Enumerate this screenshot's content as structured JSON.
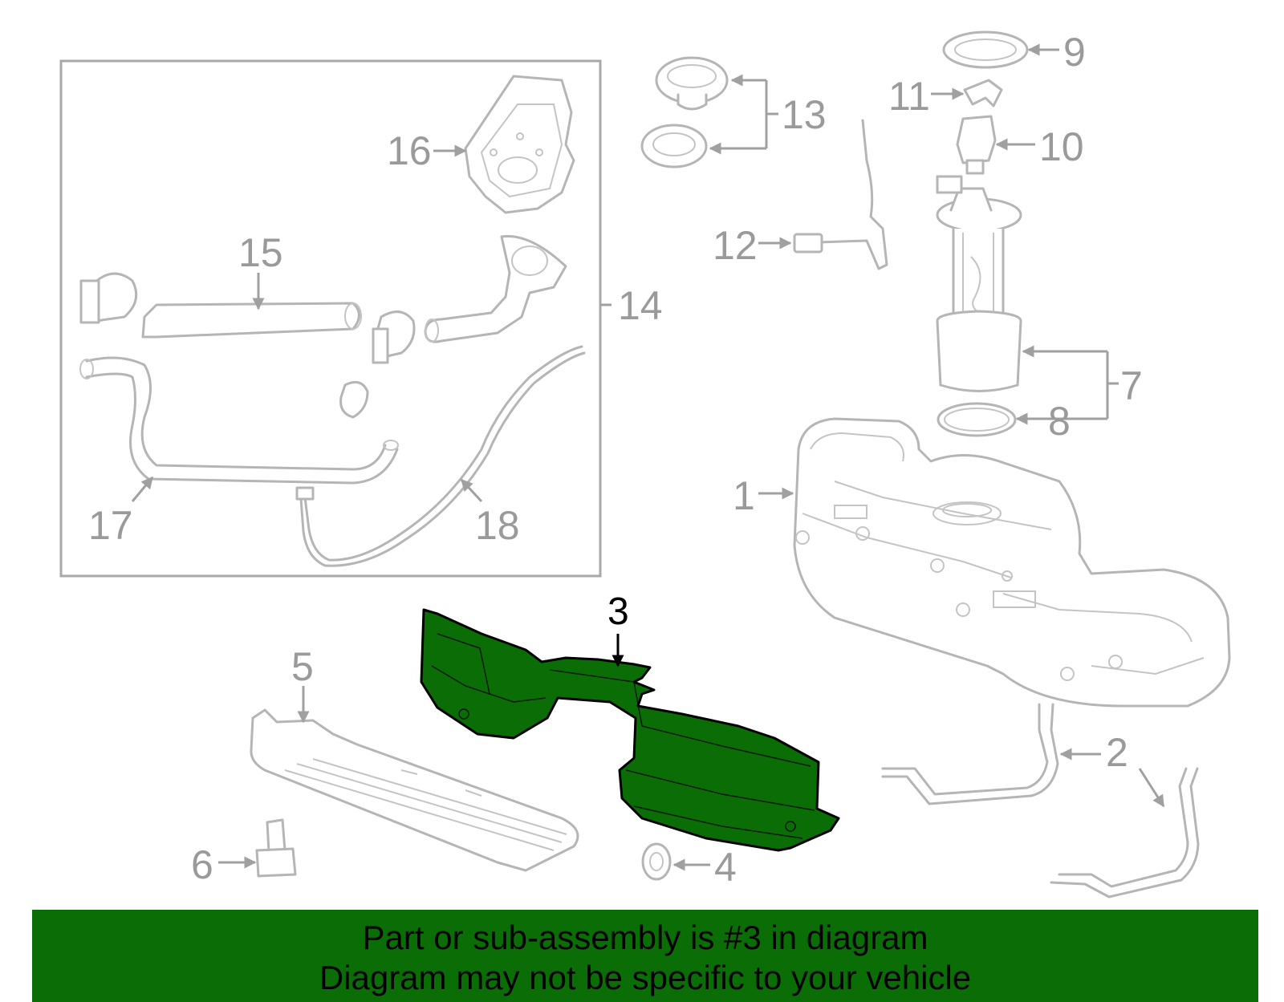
{
  "callouts": {
    "c1": "1",
    "c2": "2",
    "c3": "3",
    "c4": "4",
    "c5": "5",
    "c6": "6",
    "c7": "7",
    "c8": "8",
    "c9": "9",
    "c10": "10",
    "c11": "11",
    "c12": "12",
    "c13": "13",
    "c14": "14",
    "c15": "15",
    "c16": "16",
    "c17": "17",
    "c18": "18"
  },
  "highlighted_part": "3",
  "colors": {
    "highlight": "#0a6d05",
    "lines": "#b5b5b5",
    "labels": "#9a9a9a"
  },
  "banner": {
    "line1": "Part or sub-assembly is #3 in diagram",
    "line2": "Diagram may not be specific to your vehicle"
  }
}
